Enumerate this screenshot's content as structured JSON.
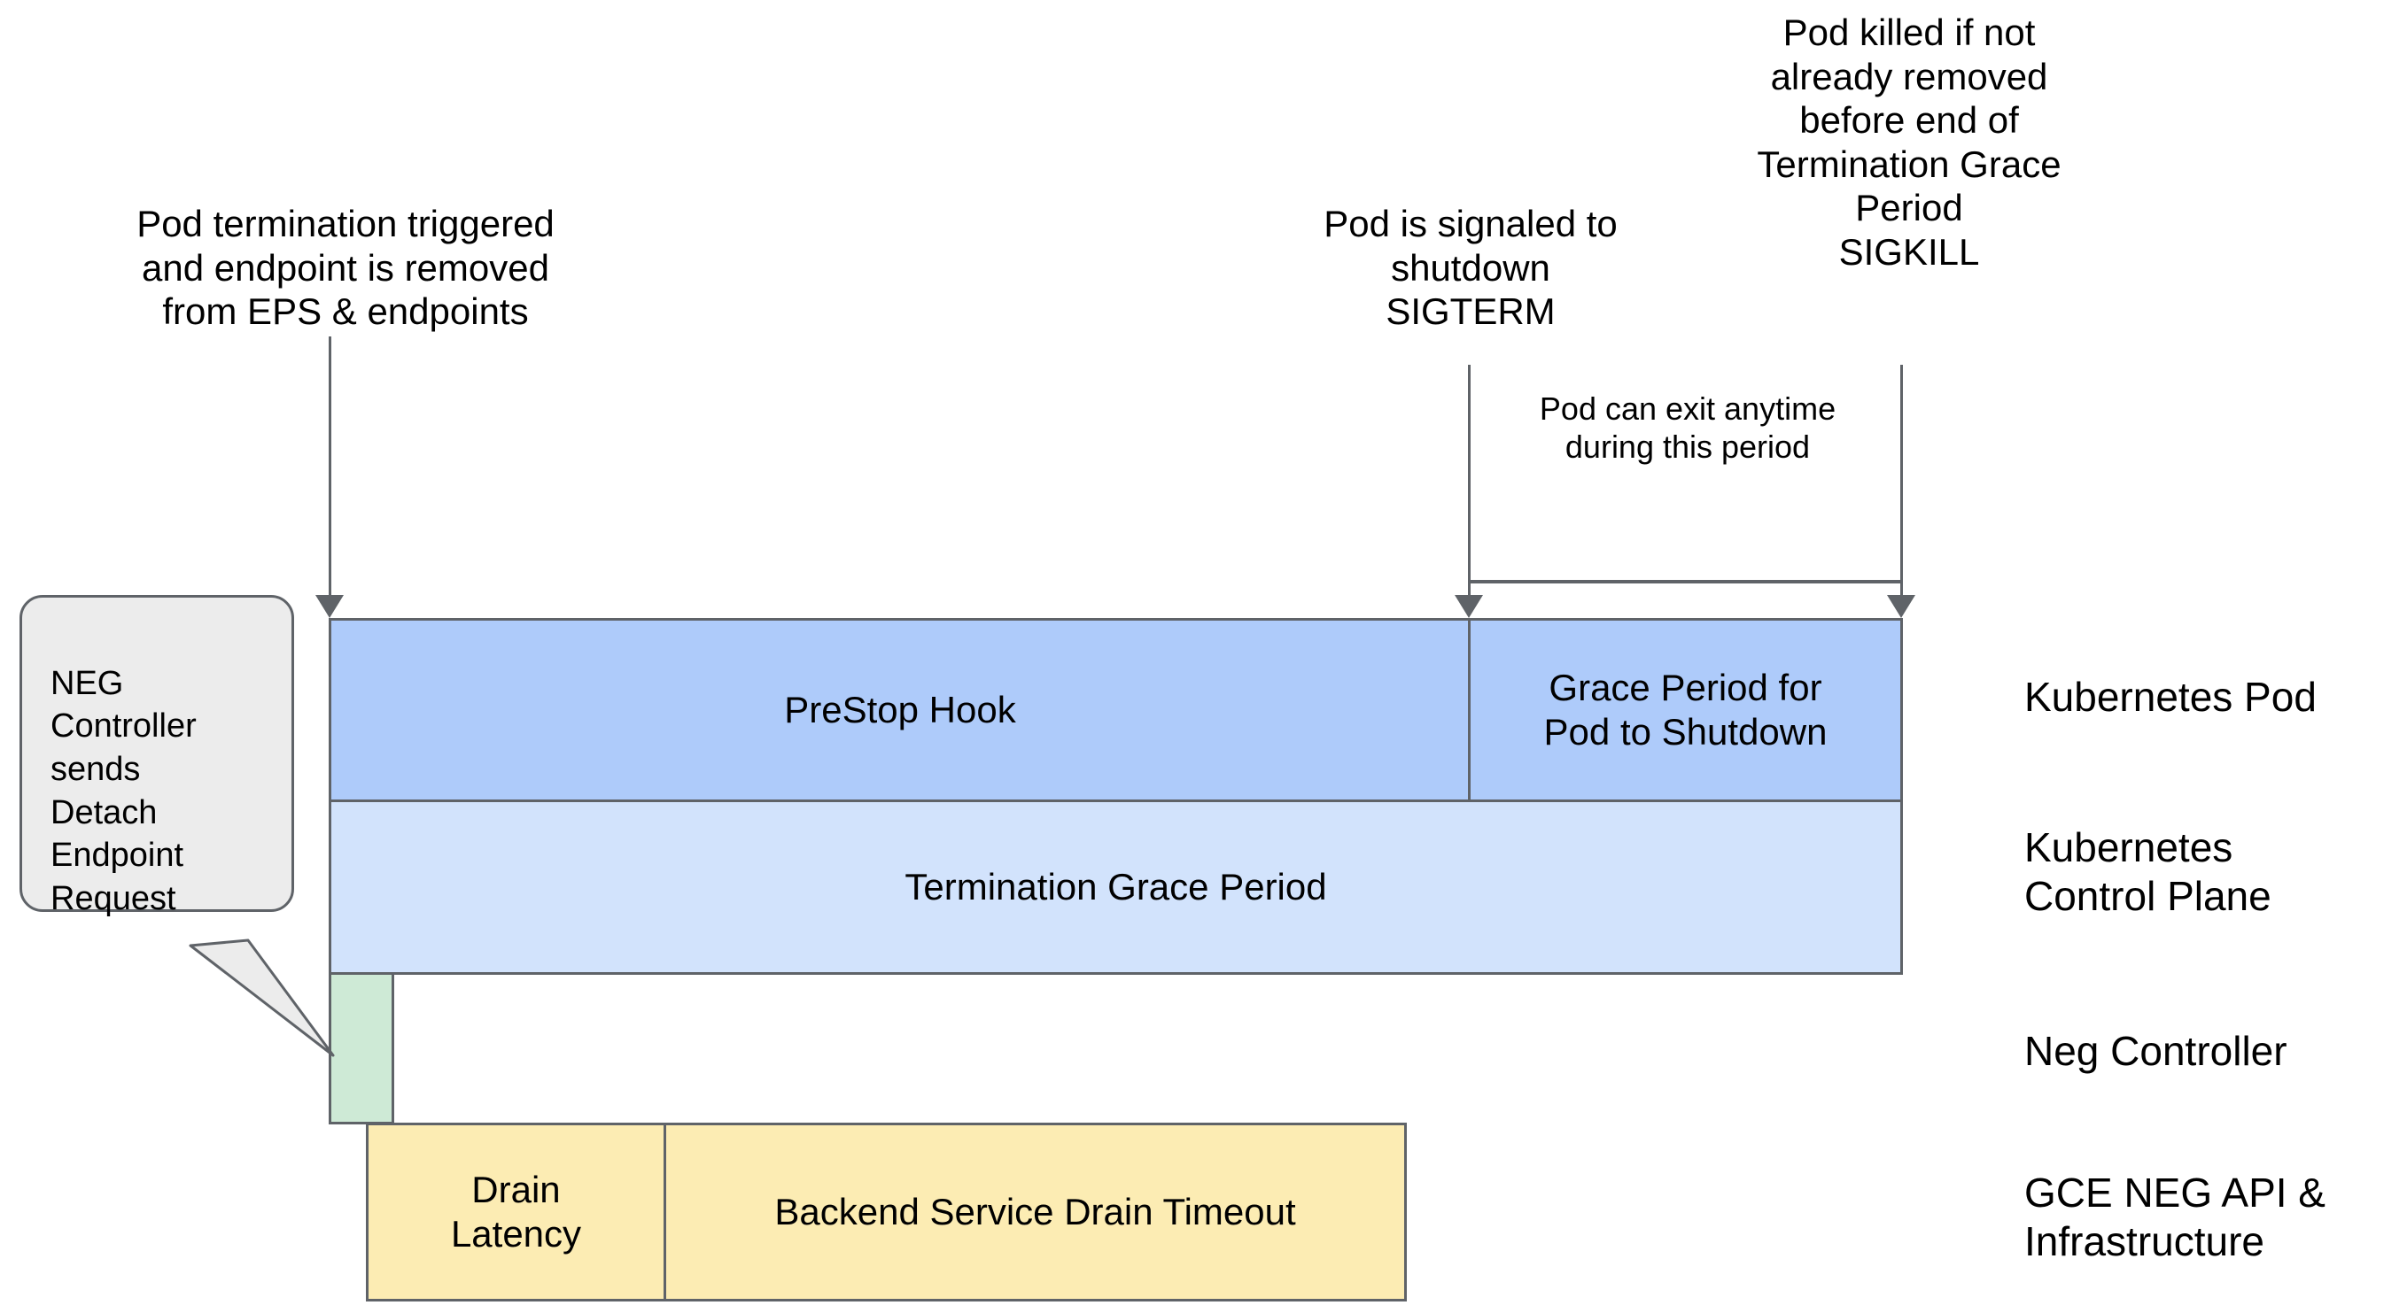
{
  "diagram": {
    "title": "Kubernetes Pod termination timeline with NEG draining",
    "annotations": [
      {
        "id": "pod-termination-triggered",
        "text": "Pod termination triggered\nand endpoint is removed\nfrom EPS & endpoints"
      },
      {
        "id": "pod-signaled-shutdown",
        "text": "Pod is signaled to\nshutdown\nSIGTERM"
      },
      {
        "id": "pod-killed-sigkill",
        "text": "Pod killed if not\nalready removed\nbefore end of\nTermination Grace\nPeriod\nSIGKILL"
      },
      {
        "id": "pod-can-exit-anytime",
        "text": "Pod can exit anytime\nduring this period"
      }
    ],
    "bars": [
      {
        "id": "prestop-hook",
        "label": "PreStop Hook",
        "color": "#aecbfa"
      },
      {
        "id": "grace-period",
        "label": "Grace Period for\nPod to Shutdown",
        "color": "#aecbfa"
      },
      {
        "id": "termination-grace-period",
        "label": "Termination Grace Period",
        "color": "#d2e3fc"
      },
      {
        "id": "neg-detach",
        "label": "",
        "color": "#ceead6"
      },
      {
        "id": "drain-latency",
        "label": "Drain\nLatency",
        "color": "#fcecb3"
      },
      {
        "id": "backend-drain-timeout",
        "label": "Backend Service Drain Timeout",
        "color": "#fcecb3"
      }
    ],
    "lanes": [
      {
        "id": "kubernetes-pod",
        "label": "Kubernetes Pod"
      },
      {
        "id": "kubernetes-control-plane",
        "label": "Kubernetes\nControl Plane"
      },
      {
        "id": "neg-controller",
        "label": "Neg Controller"
      },
      {
        "id": "gce-neg-api",
        "label": "GCE NEG API &\nInfrastructure"
      }
    ],
    "callout": {
      "id": "neg-controller-detach",
      "text": "NEG\nController\nsends\nDetach\nEndpoint\nRequest"
    },
    "colors": {
      "stroke": "#5f6368",
      "prestop": "#aecbfa",
      "termination_grace": "#d2e3fc",
      "neg": "#ceead6",
      "drain": "#fcecb3",
      "callout_bg": "#ececec",
      "text": "#000000",
      "background": "#ffffff"
    }
  }
}
